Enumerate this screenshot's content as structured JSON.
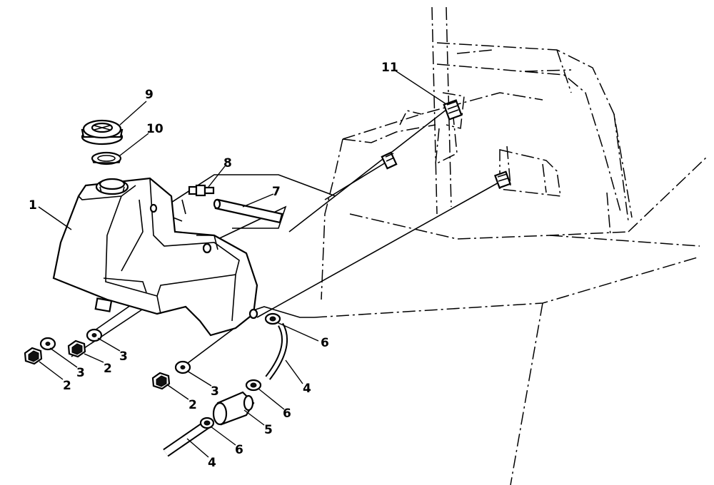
{
  "callouts": {
    "tank": "1",
    "nut_a": "2",
    "nut_b": "2",
    "nut_c": "2",
    "washer_a": "3",
    "washer_b": "3",
    "washer_c": "3",
    "hose_upper": "4",
    "hose_lower": "4",
    "filter": "5",
    "clamp_a": "6",
    "clamp_b": "6",
    "clamp_c": "6",
    "tube": "7",
    "fitting": "8",
    "cap": "9",
    "gasket": "10",
    "grommet": "11"
  },
  "colors": {
    "ink": "#000000",
    "paper": "#ffffff"
  }
}
